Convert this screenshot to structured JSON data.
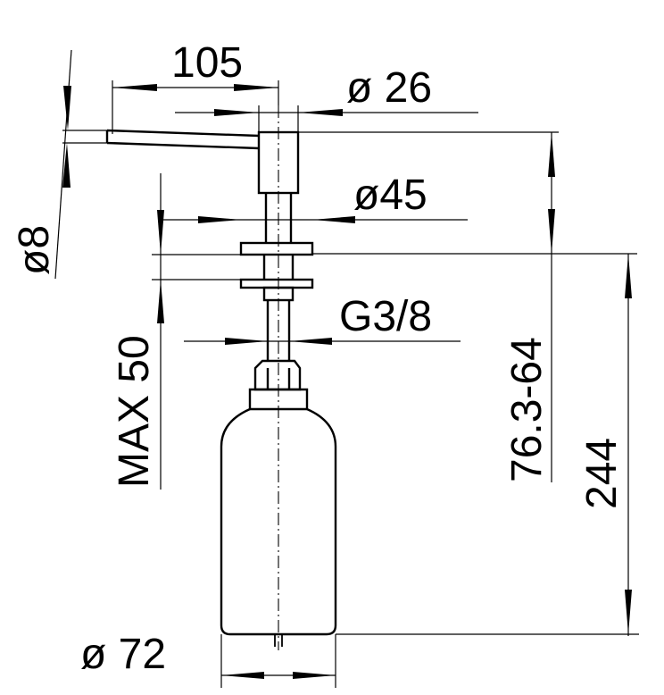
{
  "drawing": {
    "labels": {
      "spout_length": "105",
      "head_diameter": "ø 26",
      "spout_diameter": "ø8",
      "collar_diameter": "ø45",
      "max_thickness": "MAX 50",
      "thread": "G3/8",
      "height_above_counter": "76.3-64",
      "total_height": "244",
      "bottle_diameter": "ø 72"
    },
    "colors": {
      "line": "#000000",
      "background": "#ffffff"
    }
  }
}
